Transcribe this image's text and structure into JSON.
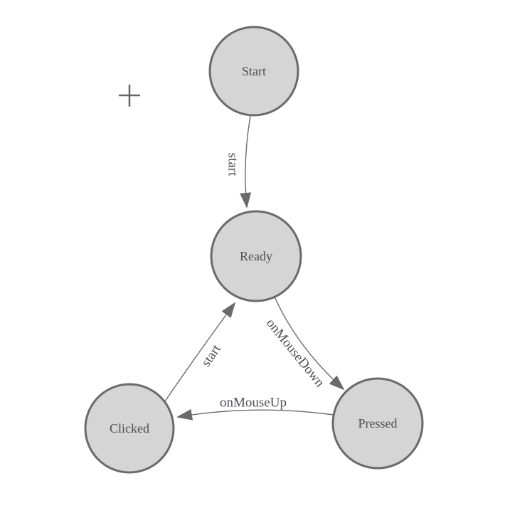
{
  "diagram": {
    "type": "state-machine",
    "nodes": [
      {
        "id": "start",
        "label": "Start"
      },
      {
        "id": "ready",
        "label": "Ready"
      },
      {
        "id": "clicked",
        "label": "Clicked"
      },
      {
        "id": "pressed",
        "label": "Pressed"
      }
    ],
    "edges": [
      {
        "from": "Start",
        "to": "Ready",
        "label": "start"
      },
      {
        "from": "Ready",
        "to": "Pressed",
        "label": "onMouseDown"
      },
      {
        "from": "Pressed",
        "to": "Clicked",
        "label": "onMouseUp"
      },
      {
        "from": "Clicked",
        "to": "Ready",
        "label": "start"
      }
    ]
  },
  "colors": {
    "background": "#ffffff",
    "node_fill": "#d5d5d5",
    "node_stroke": "#6a6a6a",
    "edge_stroke": "#6a6a6a",
    "arrowhead": "#6a6a6a",
    "label_text": "#4e4e55",
    "crosshair": "#666666"
  }
}
